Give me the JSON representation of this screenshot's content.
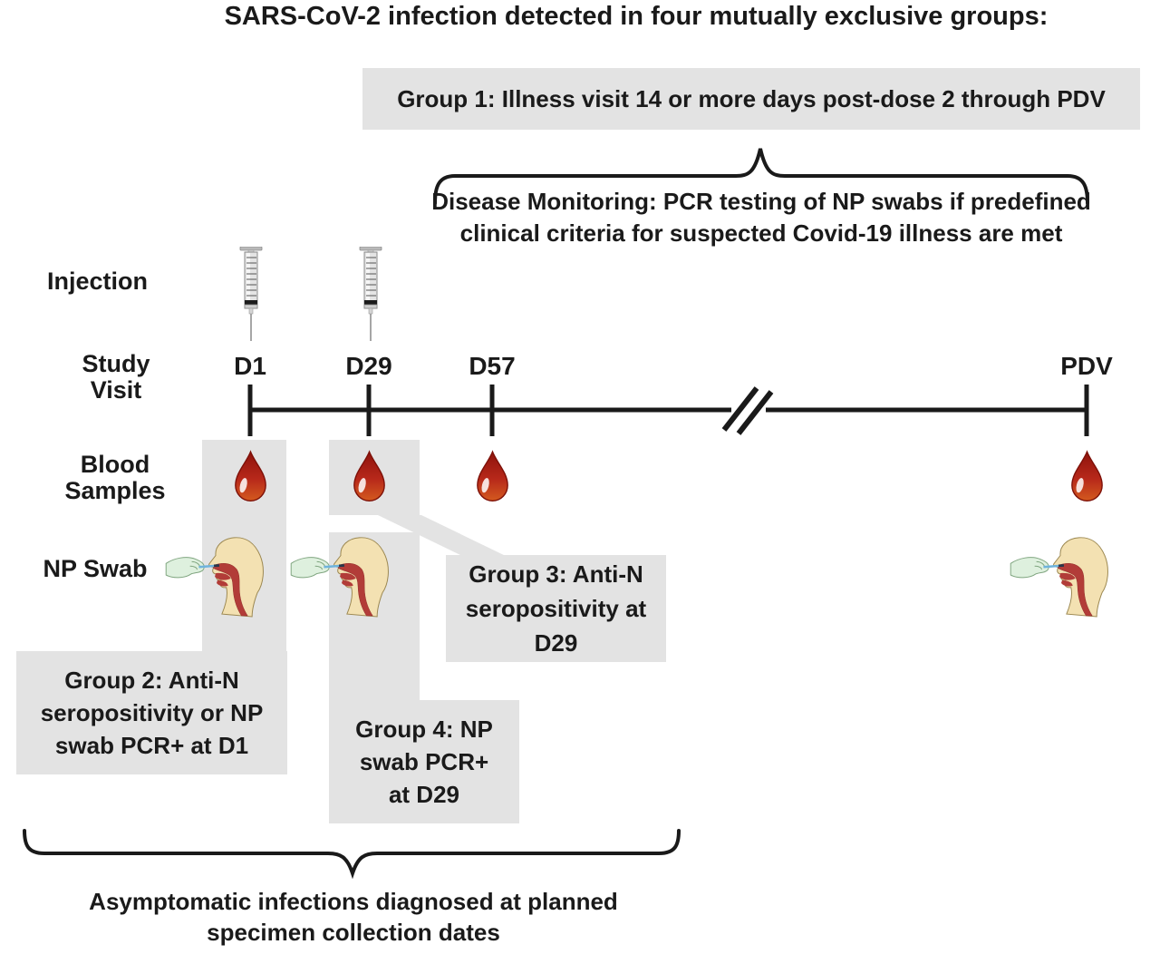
{
  "title": "SARS-CoV-2 infection detected in four mutually exclusive groups:",
  "group1": {
    "label": "Group 1: Illness visit 14 or more days post-dose 2 through PDV"
  },
  "disease_monitoring": {
    "line1": "Disease Monitoring: PCR testing of NP swabs if predefined",
    "line2": "clinical criteria for suspected Covid-19 illness are met"
  },
  "row_labels": {
    "injection": "Injection",
    "study_visit_line1": "Study",
    "study_visit_line2": "Visit",
    "blood_line1": "Blood",
    "blood_line2": "Samples",
    "np_swab": "NP Swab"
  },
  "timeline": {
    "visits": [
      "D1",
      "D29",
      "D57",
      "PDV"
    ],
    "break_symbol": "//"
  },
  "group2": {
    "line1": "Group 2: Anti-N",
    "line2": "seropositivity or NP",
    "line3": "swab PCR+ at D1"
  },
  "group3": {
    "line1": "Group 3: Anti-N",
    "line2": "seropositivity at",
    "line3": "D29"
  },
  "group4": {
    "line1": "Group 4: NP",
    "line2": "swab PCR+",
    "line3": "at D29"
  },
  "bottom_note": {
    "line1": "Asymptomatic infections diagnosed at planned",
    "line2": "specimen collection dates"
  },
  "icons": {
    "syringe": "syringe-icon",
    "blood_drop": "blood-drop-icon",
    "np_swab": "np-swab-icon",
    "timeline_break": "axis-break-icon",
    "brace": "curly-brace"
  },
  "colors": {
    "box_gray": "#e3e3e3",
    "text_black": "#1a1a1a",
    "blood_red_dark": "#8e130c",
    "blood_red_mid": "#b7281a",
    "blood_orange": "#d35a1f",
    "skin_tan": "#f3e1b2",
    "airway_red": "#b23c38",
    "hand_mint": "#def0de",
    "swab_blue": "#6fb3dc",
    "syringe_gray": "#e4e4e4"
  }
}
